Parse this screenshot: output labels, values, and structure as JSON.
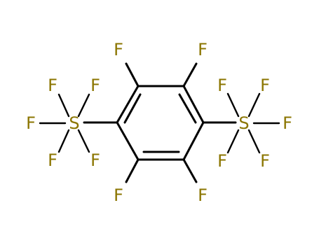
{
  "colors": {
    "bond": "#000000",
    "carbon_bond": "#000000",
    "fluorine": "#8B7500",
    "sulfur": "#8B7500",
    "background": "#ffffff"
  },
  "molecule": {
    "ring_fluorines": [
      "F",
      "F",
      "F",
      "F"
    ],
    "left_sf5": {
      "sulfur": "S",
      "fluorines": [
        "F",
        "F",
        "F",
        "F",
        "F"
      ]
    },
    "right_sf5": {
      "sulfur": "S",
      "fluorines": [
        "F",
        "F",
        "F",
        "F",
        "F"
      ]
    }
  }
}
